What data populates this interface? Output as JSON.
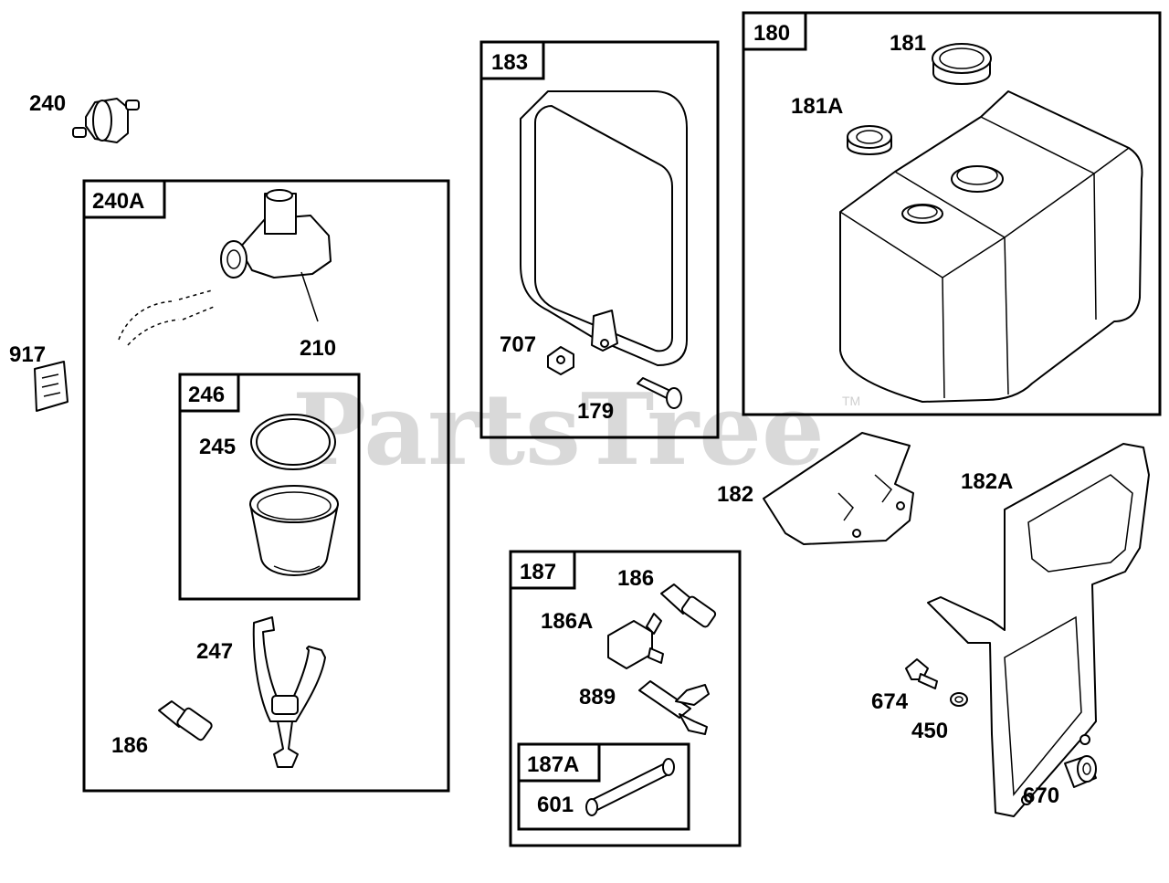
{
  "watermark": {
    "text": "PartsTree",
    "trademark": "TM"
  },
  "groups": [
    {
      "id": "240A",
      "label": "240A"
    },
    {
      "id": "246",
      "label": "246"
    },
    {
      "id": "183",
      "label": "183"
    },
    {
      "id": "180",
      "label": "180"
    },
    {
      "id": "187",
      "label": "187"
    },
    {
      "id": "187A",
      "label": "187A"
    }
  ],
  "parts": {
    "p240": "240",
    "p917": "917",
    "p210": "210",
    "p245": "245",
    "p247": "247",
    "p186_left": "186",
    "p707": "707",
    "p179": "179",
    "p181": "181",
    "p181A": "181A",
    "p182": "182",
    "p182A": "182A",
    "p186_right": "186",
    "p186A": "186A",
    "p889": "889",
    "p601": "601",
    "p674": "674",
    "p450": "450",
    "p670": "670"
  }
}
